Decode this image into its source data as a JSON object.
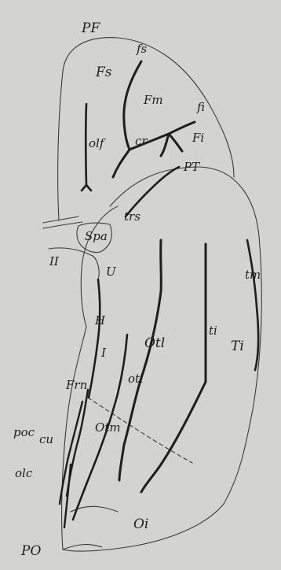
{
  "figure": {
    "background": "#d3d3d1",
    "ink_color": "#1e1e1e",
    "outline_color": "#3a3a3a",
    "labels": {
      "PF": "PF",
      "fs": "fs",
      "Fs": "Fs",
      "Fm": "Fm",
      "fi": "fi",
      "olf": "olf",
      "cr": "cr",
      "Fi": "Fi",
      "PT": "PT",
      "trs": "trs",
      "Spa": "Spa",
      "II": "II",
      "U": "U",
      "tm": "tm",
      "H": "H",
      "Otl": "Otl",
      "ti": "ti",
      "Ti": "Ti",
      "I": "I",
      "oti": "oti",
      "Frn": "Frn",
      "poc": "poc",
      "cu": "cu",
      "Otm": "Otm",
      "olc": "olc",
      "Oi": "Oi",
      "PO": "PO"
    }
  }
}
